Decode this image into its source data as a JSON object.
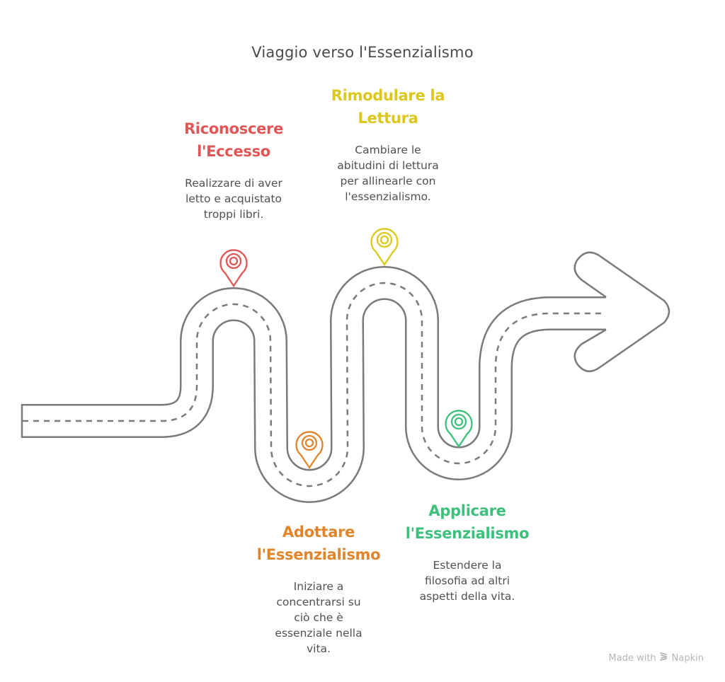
{
  "title": "Viaggio verso l'Essenzialismo",
  "colors": {
    "road": "#7a7a7a",
    "red": "#e05656",
    "yellow": "#dcc81c",
    "orange": "#e0852b",
    "green": "#3cc07c",
    "text": "#505050"
  },
  "steps": [
    {
      "title_lines": [
        "Riconoscere",
        "l'Eccesso"
      ],
      "desc_lines": [
        "Realizzare di aver",
        "letto e acquistato",
        "troppi libri."
      ],
      "color": "#e05656"
    },
    {
      "title_lines": [
        "Rimodulare la",
        "Lettura"
      ],
      "desc_lines": [
        "Cambiare le",
        "abitudini di lettura",
        "per allinearle con",
        "l'essenzialismo."
      ],
      "color": "#dcc81c"
    },
    {
      "title_lines": [
        "Adottare",
        "l'Essenzialismo"
      ],
      "desc_lines": [
        "Iniziare a",
        "concentrarsi su",
        "ciò che è",
        "essenziale nella",
        "vita."
      ],
      "color": "#e0852b"
    },
    {
      "title_lines": [
        "Applicare",
        "l'Essenzialismo"
      ],
      "desc_lines": [
        "Estendere la",
        "filosofia ad altri",
        "aspetti della vita."
      ],
      "color": "#3cc07c"
    }
  ],
  "footer": {
    "made_with": "Made with",
    "brand": "Napkin"
  }
}
